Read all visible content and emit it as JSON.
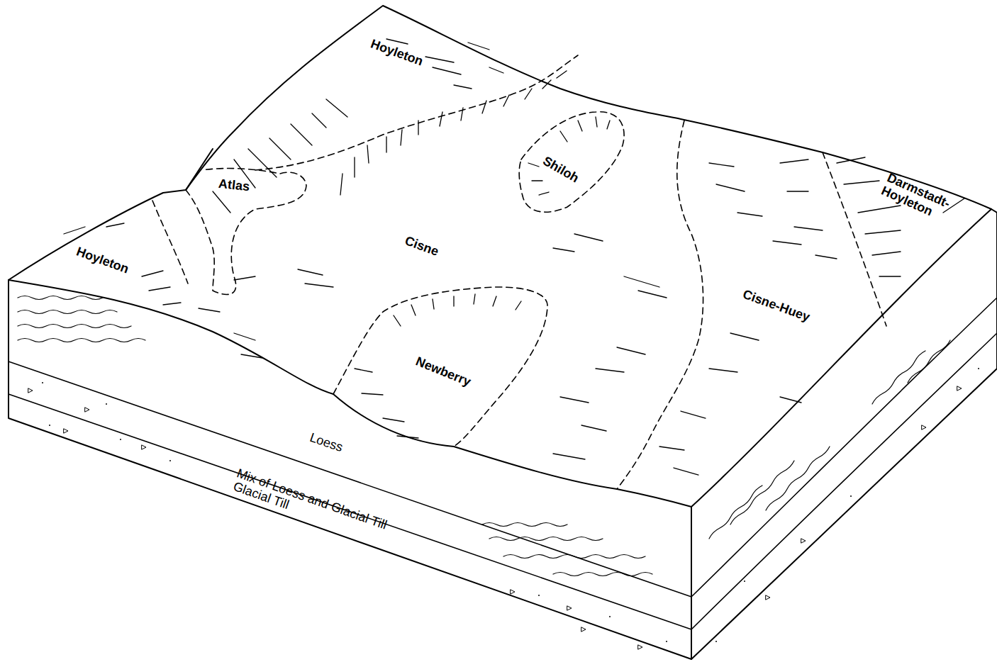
{
  "diagram": {
    "labels": [
      "Hoyleton",
      "Atlas",
      "Shiloh",
      "Cisne",
      "Hoyleton",
      "Cisne-Huey",
      "Darmstadt-Hoyleton",
      "Newberry",
      "Loess",
      "Mix of Loess and Glacial Till",
      "Glacial Till"
    ]
  }
}
